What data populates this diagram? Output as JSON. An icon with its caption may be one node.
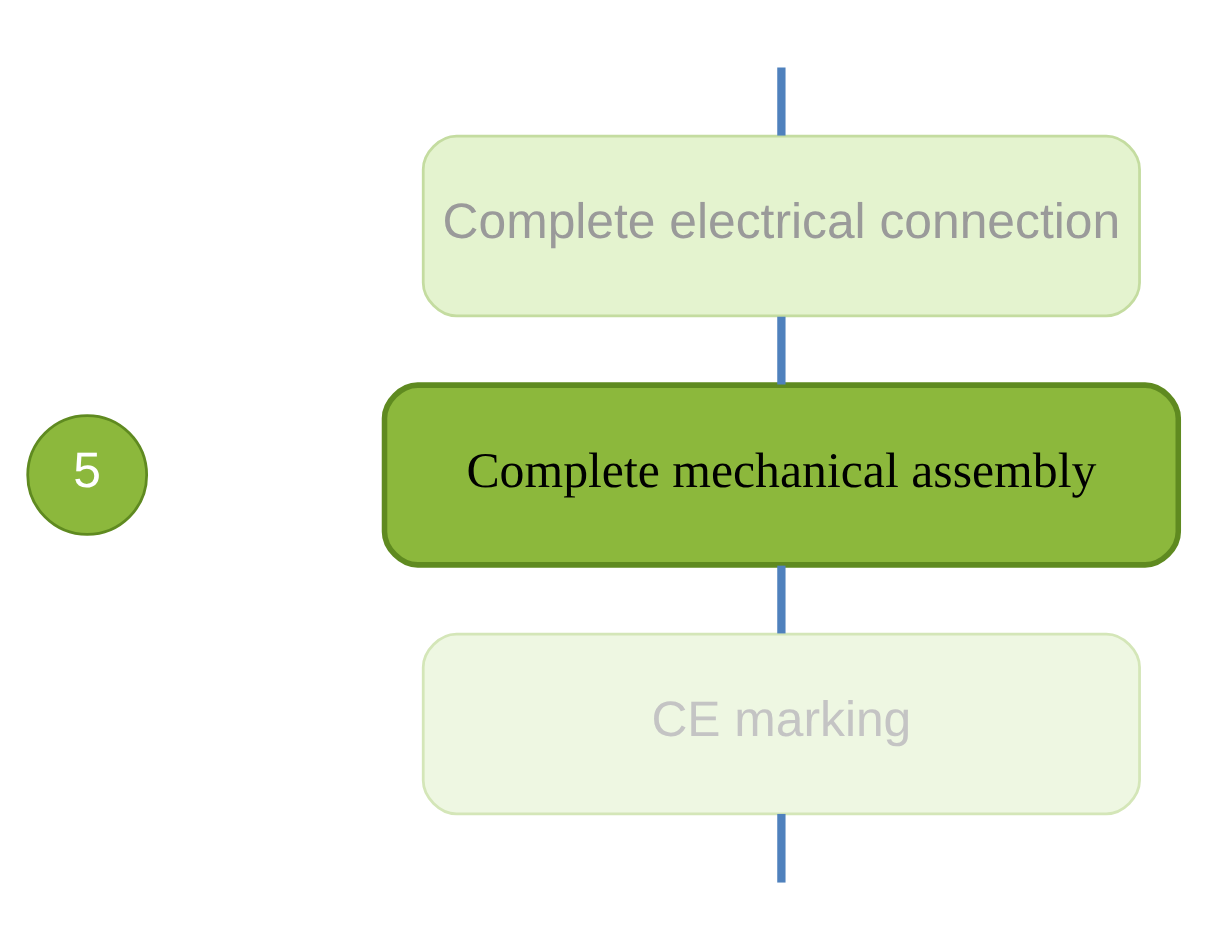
{
  "diagram": {
    "nodes": [
      {
        "text": [
          "Complete electrical connection"
        ]
      },
      {
        "text": [
          "Complete mechanical assembly"
        ]
      },
      {
        "text": [
          "CE marking"
        ]
      },
      {
        "text": [
          "5"
        ]
      }
    ],
    "edges": [
      {
        "from": null,
        "to": 0,
        "arrow": "none"
      },
      {
        "from": 0,
        "to": 1,
        "arrow": "none"
      },
      {
        "from": 1,
        "to": 2,
        "arrow": "none"
      },
      {
        "from": 2,
        "to": null,
        "arrow": "none"
      }
    ]
  }
}
